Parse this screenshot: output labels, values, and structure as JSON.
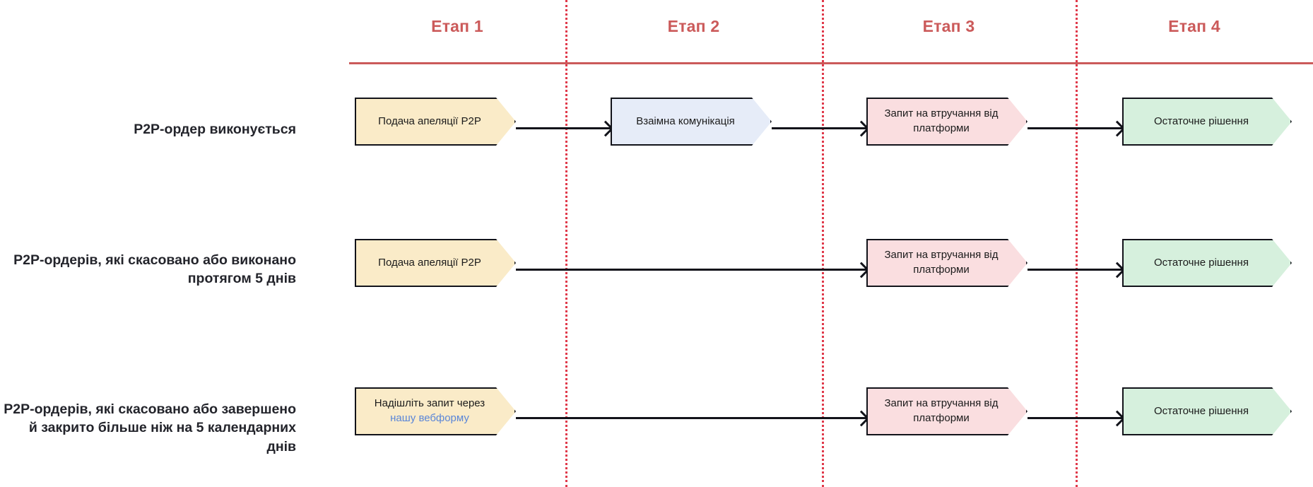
{
  "diagram": {
    "title_row_labels": [
      "P2P-ордер виконується",
      "P2P-ордерів, які скасовано або виконано протягом 5 днів",
      "P2P-ордерів, які скасовано або завершено й закрито більше ніж на 5 календарних днів"
    ],
    "stages": [
      {
        "label": "Етап 1"
      },
      {
        "label": "Етап 2"
      },
      {
        "label": "Етап 3"
      },
      {
        "label": "Етап 4"
      }
    ],
    "nodes": {
      "appeal": "Подача апеляції P2P",
      "mutual": "Взаімна комунікація",
      "platform": "Запит на втручання від платформи",
      "final": "Остаточне рішення",
      "webform_prefix": "Надішліть запит через",
      "webform_link": "нашу вебформу"
    },
    "colors": {
      "accent_red": "#cb5a5a",
      "divider_red": "#e0394a",
      "yellow": "#faebc8",
      "blue": "#e6ecf8",
      "pink": "#fadee0",
      "green": "#d6f0dd",
      "link_blue": "#5a86d8",
      "stroke": "#12131a",
      "text": "#23242b"
    }
  }
}
